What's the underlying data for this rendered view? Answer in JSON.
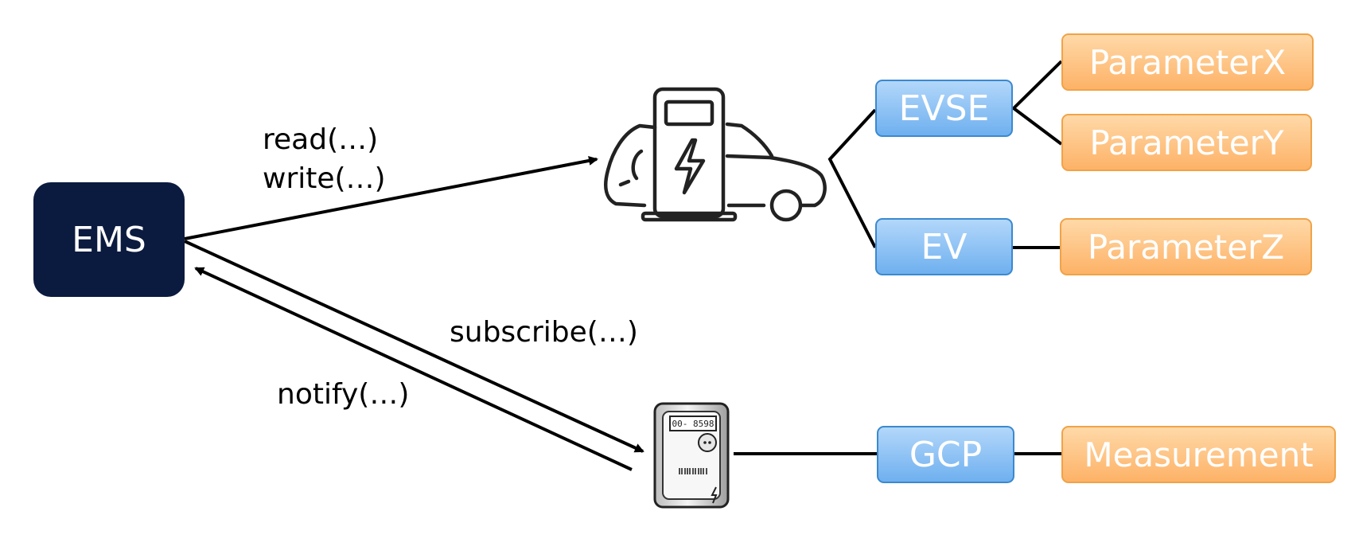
{
  "nodes": {
    "ems": "EMS",
    "evse": "EVSE",
    "ev": "EV",
    "gcp": "GCP",
    "parameter_x": "ParameterX",
    "parameter_y": "ParameterY",
    "parameter_z": "ParameterZ",
    "measurement": "Measurement"
  },
  "edges": {
    "read": "read(…)",
    "write": "write(…)",
    "subscribe": "subscribe(…)",
    "notify": "notify(…)"
  },
  "icons": {
    "charging_station": "ev-charging-station-icon",
    "smart_meter": "smart-meter-icon"
  },
  "meter_display": "00- 8598",
  "colors": {
    "ems_fill": "#0b1a3f",
    "blue_fill": "#8ec4f5",
    "blue_border": "#3b89cf",
    "orange_fill": "#fec58a",
    "orange_border": "#f0a348"
  }
}
